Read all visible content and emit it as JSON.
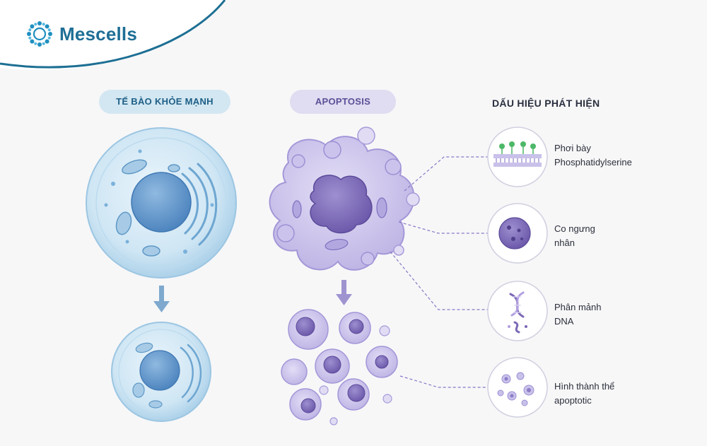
{
  "brand": {
    "name": "Mescells"
  },
  "headers": {
    "healthy": "TẾ BÀO KHỎE MẠNH",
    "apoptosis": "APOPTOSIS",
    "signs": "DẤU HIỆU PHÁT HIỆN"
  },
  "signs": [
    {
      "line1": "Phơi bày",
      "line2": "Phosphatidylserine",
      "icon": "phosphatidylserine-membrane-icon"
    },
    {
      "line1": "Co ngưng",
      "line2": "nhân",
      "icon": "condensed-nucleus-icon"
    },
    {
      "line1": "Phân mảnh",
      "line2": "DNA",
      "icon": "fragmented-dna-icon"
    },
    {
      "line1": "Hình thành thể",
      "line2": "apoptotic",
      "icon": "apoptotic-bodies-icon"
    }
  ],
  "colors": {
    "brand": "#1f6f96",
    "arc": "#1d6f93",
    "healthy_cell": "#cfe6f4",
    "healthy_nucleus": "#5b93c8",
    "apoptotic_cell": "#c9c2ea",
    "apoptotic_nucleus": "#7a68b6",
    "connector": "#8a77c4",
    "phosphatidylserine": "#4cb868"
  }
}
